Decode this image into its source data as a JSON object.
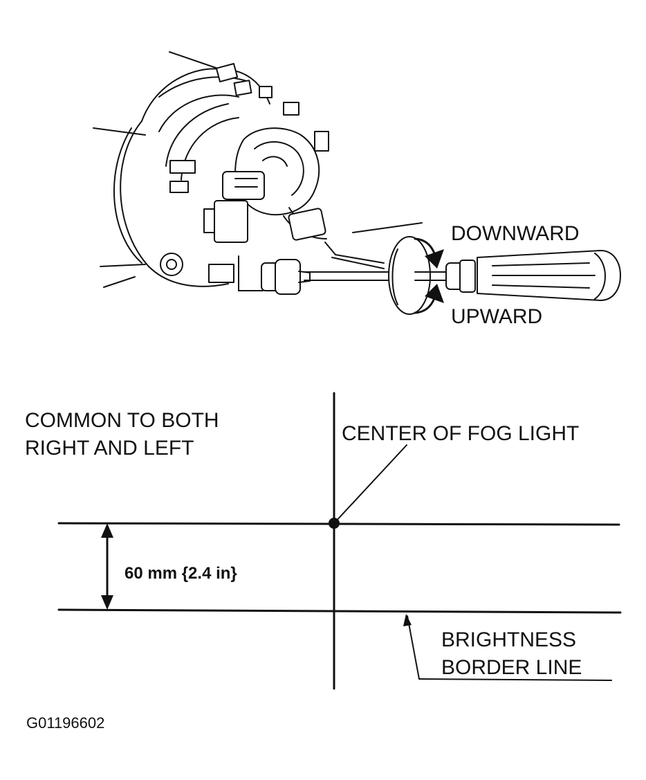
{
  "upper_illustration": {
    "downward_label": "DOWNWARD",
    "upward_label": "UPWARD"
  },
  "aiming_chart": {
    "note_line1": "COMMON TO BOTH",
    "note_line2": "RIGHT AND LEFT",
    "center_label": "CENTER OF FOG LIGHT",
    "offset_label": "60 mm {2.4 in}",
    "border_line1": "BRIGHTNESS",
    "border_line2": "BORDER LINE"
  },
  "figure_id": "G01196602"
}
